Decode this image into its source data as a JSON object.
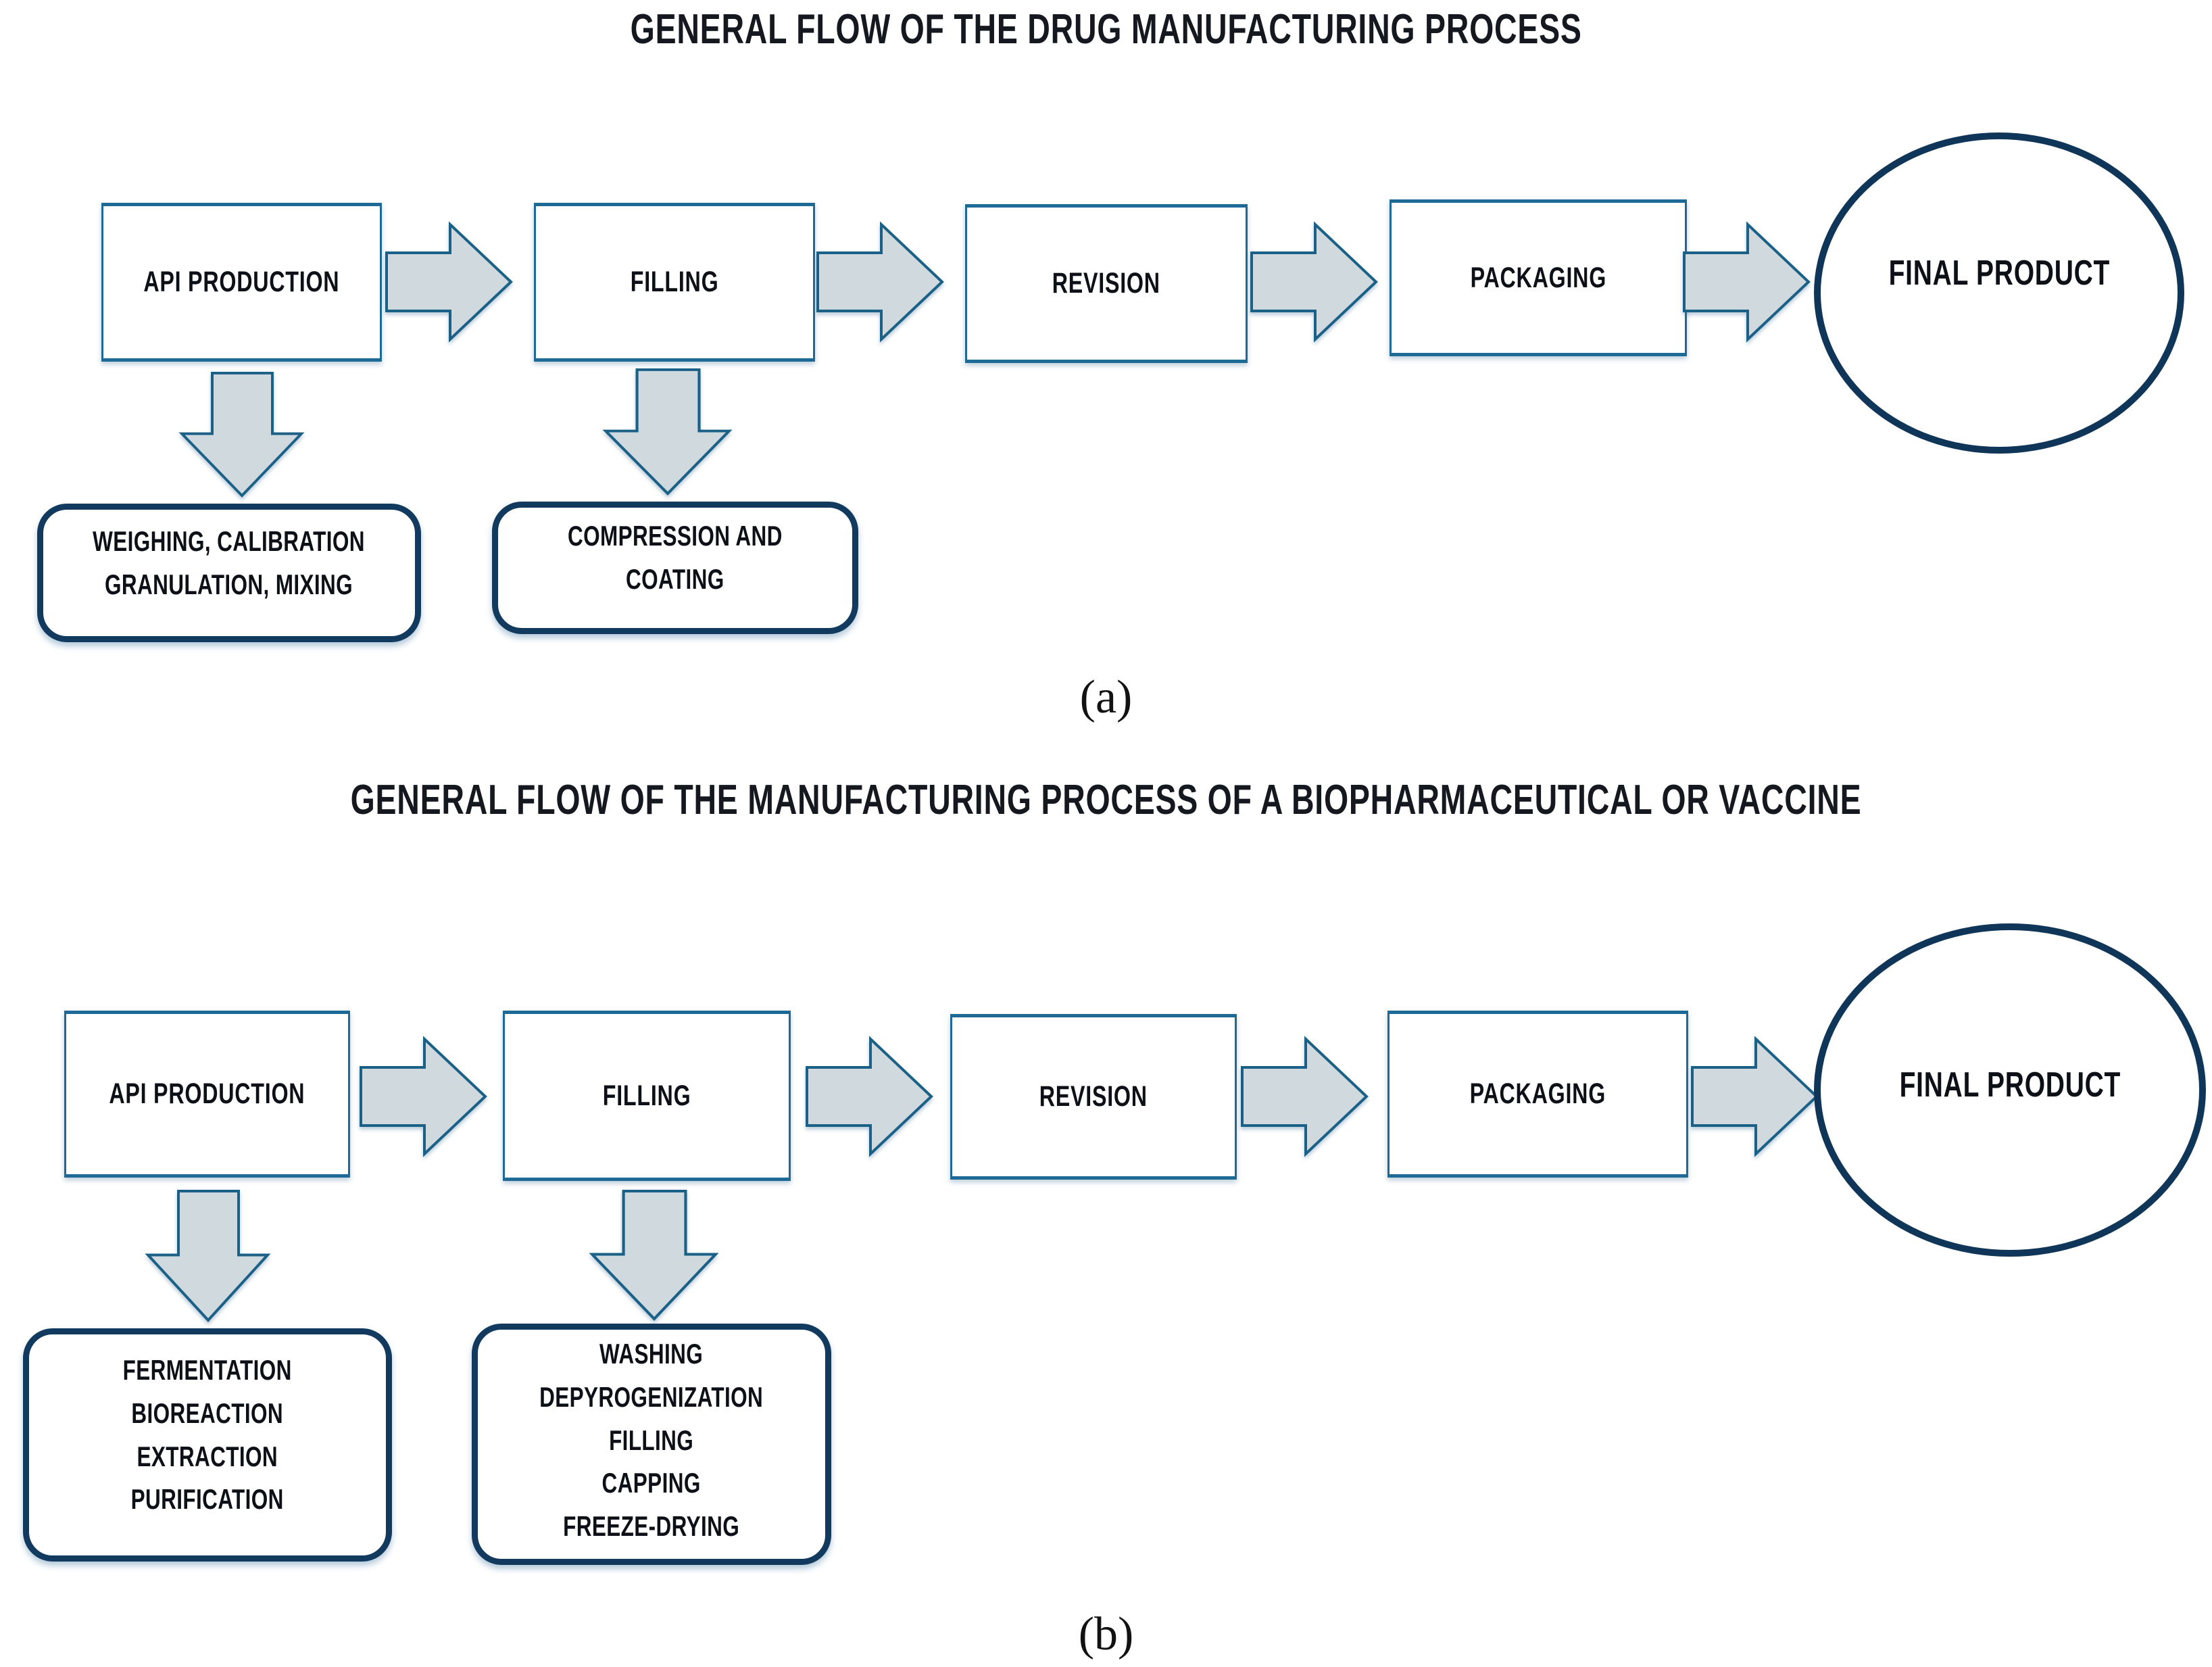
{
  "colors": {
    "background": "#ffffff",
    "step_box_border": "#1e6a96",
    "sub_box_border": "#113a5e",
    "ellipse_border": "#0f3558",
    "arrow_fill": "#cfd9de",
    "arrow_stroke": "#1b6187",
    "title_text": "#15191f",
    "body_text": "#0d1117"
  },
  "diagrams": [
    {
      "title": "GENERAL FLOW OF THE DRUG MANUFACTURING PROCESS",
      "caption": "(a)",
      "steps": [
        "API PRODUCTION",
        "FILLING",
        "REVISION",
        "PACKAGING"
      ],
      "terminal": "FINAL PRODUCT",
      "sub_processes": [
        {
          "text": "WEIGHING, CALIBRATION\nGRANULATION, MIXING"
        },
        {
          "text": "COMPRESSION AND\nCOATING"
        }
      ]
    },
    {
      "title": "GENERAL FLOW OF THE MANUFACTURING PROCESS OF A BIOPHARMACEUTICAL OR VACCINE",
      "caption": "(b)",
      "steps": [
        "API PRODUCTION",
        "FILLING",
        "REVISION",
        "PACKAGING"
      ],
      "terminal": "FINAL PRODUCT",
      "sub_processes": [
        {
          "text": "FERMENTATION\nBIOREACTION\nEXTRACTION\nPURIFICATION"
        },
        {
          "text": "WASHING\nDEPYROGENIZATION\nFILLING\nCAPPING\nFREEZE-DRYING"
        }
      ]
    }
  ]
}
